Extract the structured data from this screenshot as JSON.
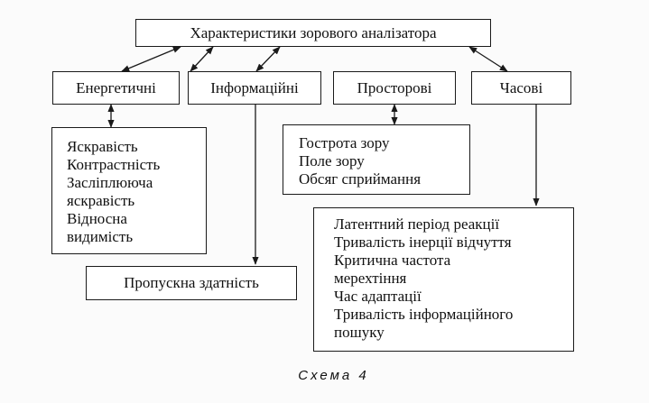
{
  "diagram": {
    "root": "Характеристики зорового аналізатора",
    "categories": {
      "energy": "Енергетичні",
      "info": "Інформаційні",
      "spatial": "Просторові",
      "temporal": "Часові"
    },
    "energy_items": [
      "Яскравість",
      "Контрастність",
      "Засліплююча",
      "яскравість",
      "Відносна",
      "видимість"
    ],
    "info_items": [
      "Пропускна здатність"
    ],
    "spatial_items": [
      "Гострота зору",
      "Поле зору",
      "Обсяг сприймання"
    ],
    "temporal_items": [
      "Латентний період реакції",
      "Тривалість інерції відчуття",
      "Критична частота",
      "мерехтіння",
      "Час адаптації",
      "Тривалість інформаційного",
      "пошуку"
    ],
    "caption": "Схема 4"
  }
}
